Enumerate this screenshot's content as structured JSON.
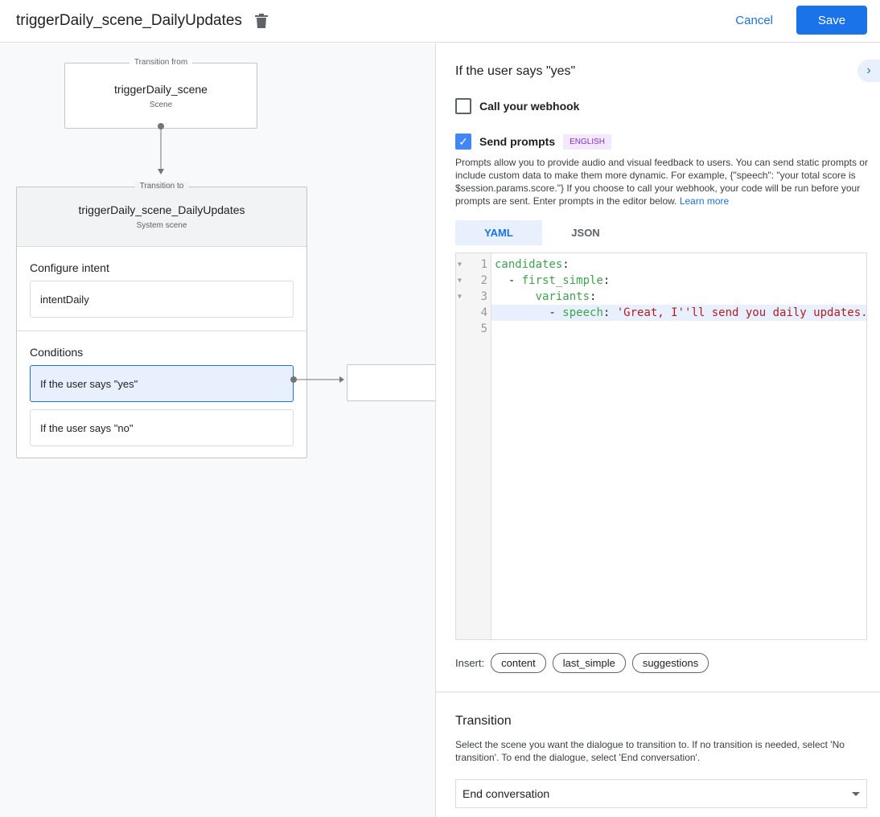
{
  "header": {
    "title": "triggerDaily_scene_DailyUpdates",
    "cancel": "Cancel",
    "save": "Save"
  },
  "canvas": {
    "from": {
      "label": "Transition from",
      "name": "triggerDaily_scene",
      "type": "Scene"
    },
    "to": {
      "label": "Transition to",
      "name": "triggerDaily_scene_DailyUpdates",
      "type": "System scene"
    },
    "intent_heading": "Configure intent",
    "intent": "intentDaily",
    "conditions_heading": "Conditions",
    "conditions": [
      "If the user says \"yes\"",
      "If the user says \"no\""
    ]
  },
  "panel": {
    "heading": "If the user says \"yes\"",
    "webhook": {
      "label": "Call your webhook",
      "checked": false
    },
    "prompts": {
      "label": "Send prompts",
      "checked": true,
      "badge": "ENGLISH"
    },
    "description": "Prompts allow you to provide audio and visual feedback to users. You can send static prompts or include custom data to make them more dynamic. For example, {\"speech\": \"your total score is $session.params.score.\"} If you choose to call your webhook, your code will be run before your prompts are sent. Enter prompts in the editor below.",
    "learn_more": "Learn more",
    "tabs": [
      "YAML",
      "JSON"
    ],
    "active_tab": "YAML",
    "code": {
      "line_numbers": [
        "1",
        "2",
        "3",
        "4",
        "5"
      ],
      "l1k": "candidates",
      "l2k": "first_simple",
      "l3k": "variants",
      "l4k": "speech",
      "l4v": "'Great, I''ll send you daily updates."
    },
    "insert_label": "Insert:",
    "insert_chips": [
      "content",
      "last_simple",
      "suggestions"
    ],
    "transition": {
      "heading": "Transition",
      "description": "Select the scene you want the dialogue to transition to. If no transition is needed, select 'No transition'. To end the dialogue, select 'End conversation'.",
      "value": "End conversation"
    }
  },
  "colors": {
    "accent": "#1a73e8",
    "badge_bg": "#f3e8fd",
    "badge_text": "#8430ce"
  }
}
